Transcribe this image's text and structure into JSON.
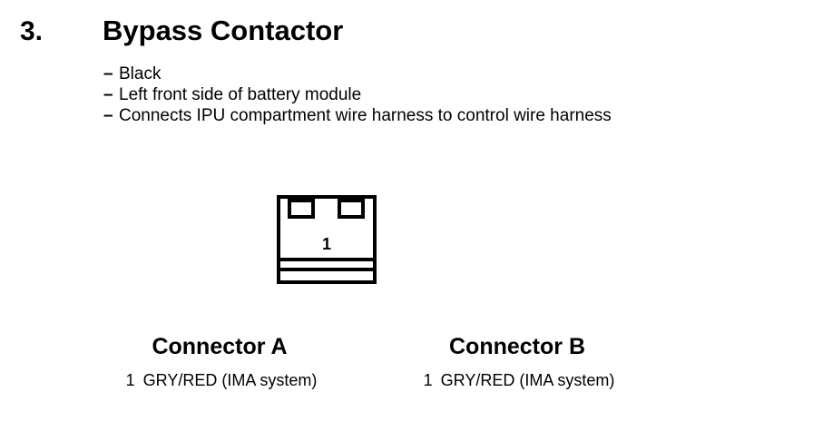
{
  "header": {
    "number": "3.",
    "title": "Bypass Contactor"
  },
  "bullets": [
    {
      "dash": "–",
      "text": "Black"
    },
    {
      "dash": "–",
      "text": "Left front side of battery module"
    },
    {
      "dash": "–",
      "text": "Connects IPU compartment wire harness to control wire harness"
    }
  ],
  "symbol": {
    "label": "1"
  },
  "connectors": [
    {
      "title": "Connector A",
      "pins": [
        {
          "num": "1",
          "desc": "GRY/RED (IMA system)"
        }
      ]
    },
    {
      "title": "Connector B",
      "pins": [
        {
          "num": "1",
          "desc": "GRY/RED (IMA system)"
        }
      ]
    }
  ]
}
